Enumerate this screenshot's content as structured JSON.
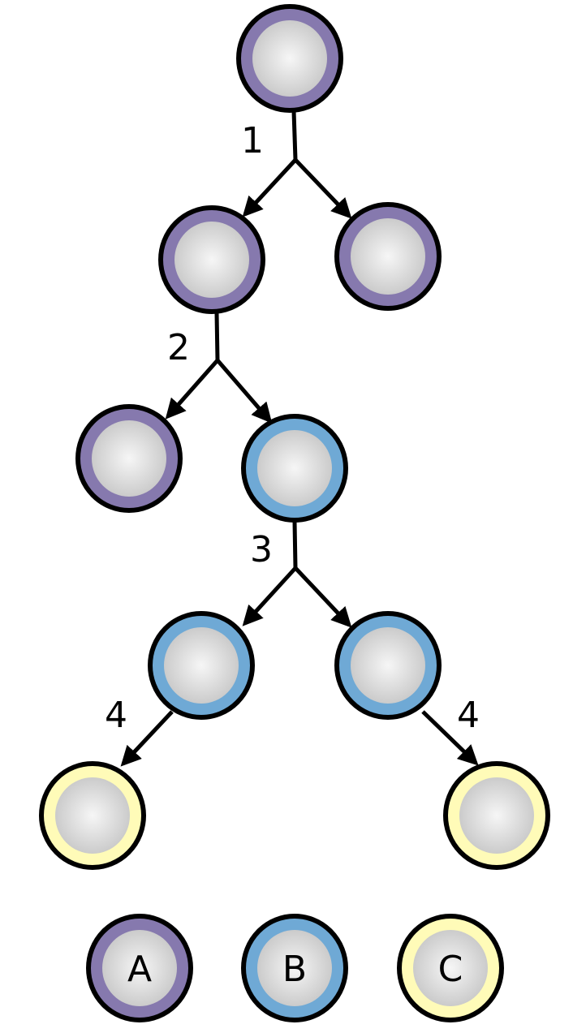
{
  "diagram": {
    "type": "cell lineage tree",
    "colors": {
      "A": "#8679ae",
      "B": "#6fa9d5",
      "C": "#fffbb8",
      "core": "#d6d6d6",
      "outline": "#000000"
    },
    "division_labels": [
      "1",
      "2",
      "3",
      "4",
      "4"
    ],
    "legend": [
      {
        "label": "A",
        "color": "#8679ae"
      },
      {
        "label": "B",
        "color": "#6fa9d5"
      },
      {
        "label": "C",
        "color": "#fffbb8"
      }
    ]
  }
}
